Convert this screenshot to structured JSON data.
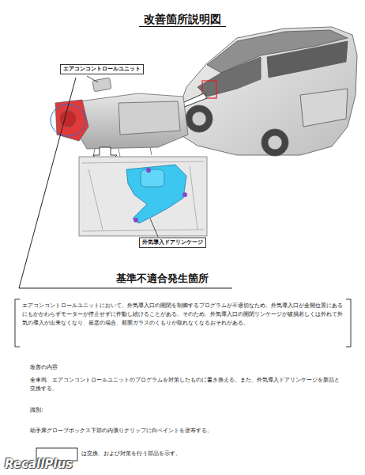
{
  "diagram": {
    "title": "改善箇所説明図",
    "nodes": [
      {
        "text": [
          "エアコンコントロールユニット"
        ]
      },
      {
        "text": [
          "外気導入ドアリンケージ"
        ]
      }
    ],
    "labels": [
      "基準不適合発生箇所",
      "エアコンコントロールユニットにおいて、外気導入口の開閉を制御するプログラムが不適切なため、外気導入口が全開位置にあるにもかかわらずモーターが停止せずに作動し続けることがある。そのため、外気導入口の開閉リンケージが破損若しくは外れて外気の導入が出来なくなり、最悪の場合、前面ガラスのくもりが取れなくなるおそれがある。",
      "改善の内容",
      "全車両、エアコンコントロールユニットのプログラムを対策したものに書き換える。また、外気導入ドアリンケージを新品と交換する。",
      "識別:",
      "助手席グローブボックス下部の内張りクリップに白ペイントを塗布する。",
      "は交換、および対策を行う部品を示す。",
      "RecallPlus"
    ]
  }
}
